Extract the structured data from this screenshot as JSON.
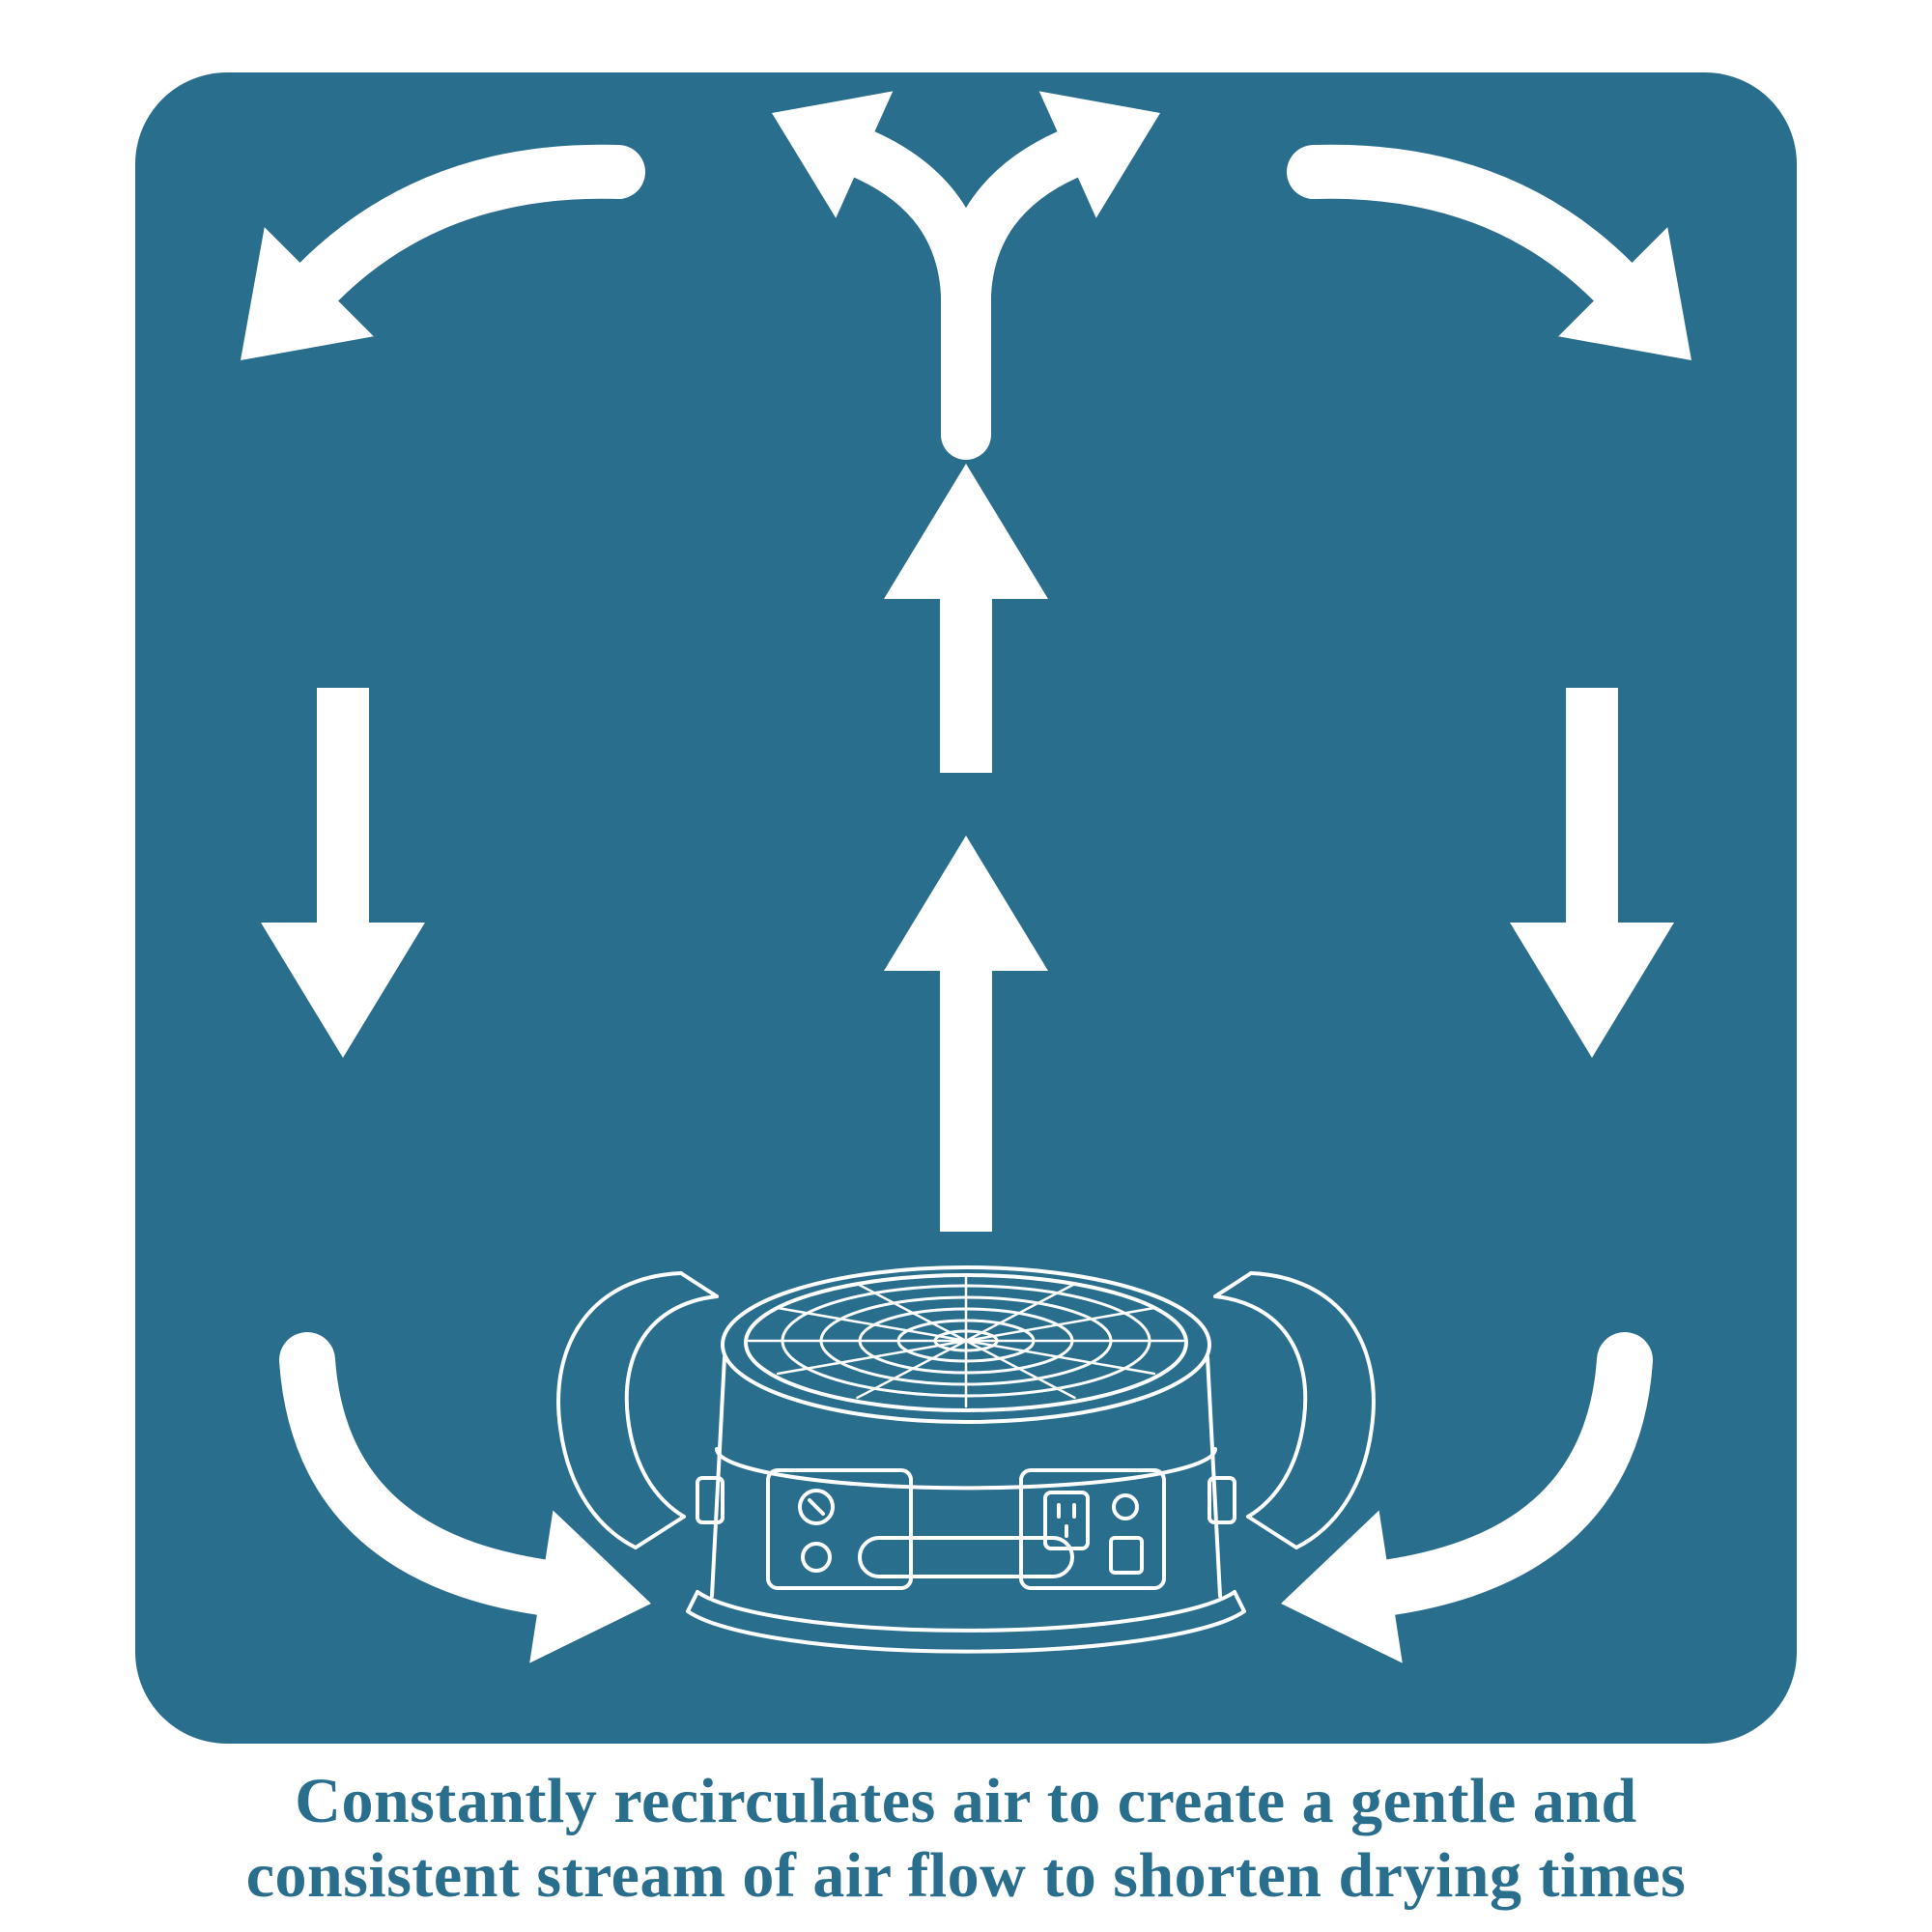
{
  "colors": {
    "page_background": "#ffffff",
    "panel_background": "#2a6e8e",
    "arrow": "#ffffff",
    "illustration_line": "#ffffff",
    "caption_text": "#2a6e8e"
  },
  "caption": {
    "line1": "Constantly recirculates air to create a gentle and",
    "line2": "consistent stream of air flow to shorten drying times"
  },
  "icons": {
    "curved-arrow-top-left": "curved-arrow",
    "curved-arrow-top-right": "curved-arrow",
    "split-arrow-up": "y-split-arrow",
    "straight-arrow-up-upper": "straight-arrow",
    "straight-arrow-up-lower": "straight-arrow",
    "straight-arrow-down-left": "straight-arrow",
    "straight-arrow-down-right": "straight-arrow",
    "curved-arrow-bottom-left": "curved-arrow",
    "curved-arrow-bottom-right": "curved-arrow",
    "air-mover-illustration": "blueprint-line-drawing-of-air-mover-fan"
  }
}
